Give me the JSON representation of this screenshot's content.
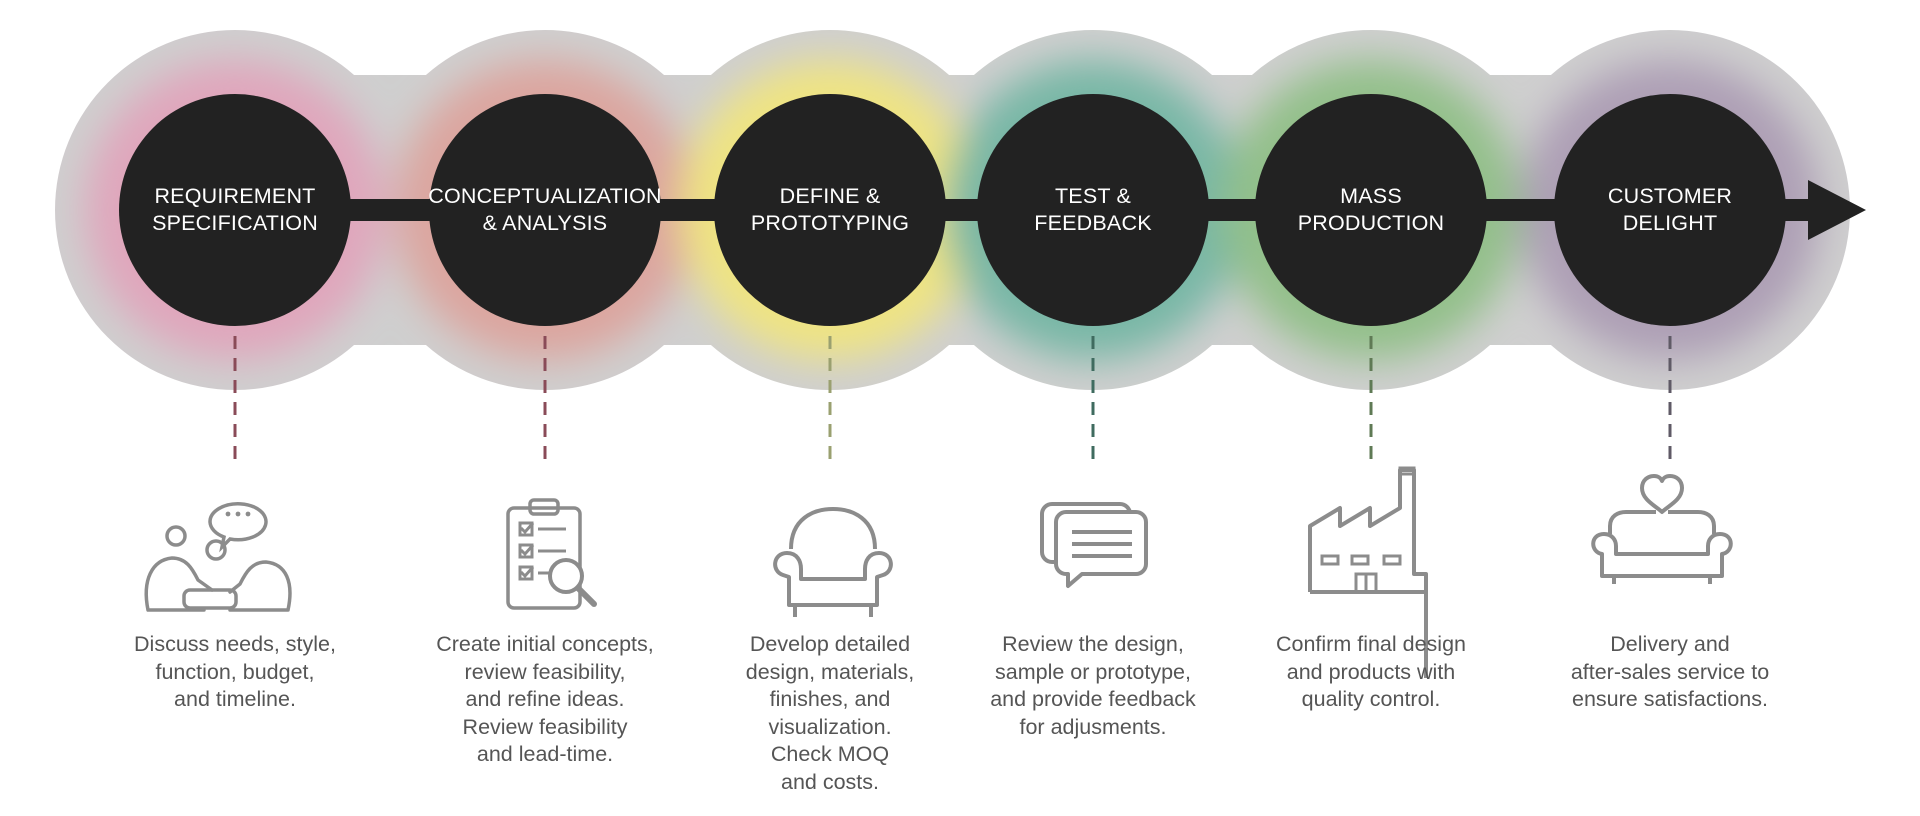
{
  "diagram": {
    "arrow_color": "#222222",
    "stages": [
      {
        "title_lines": [
          "REQUIREMENT",
          "SPECIFICATION"
        ],
        "description_lines": [
          "Discuss needs, style,",
          "function, budget,",
          "and timeline."
        ],
        "glow_color": "#e0a6bc",
        "connector_color": "#8a4b58",
        "icon": "consultation-icon"
      },
      {
        "title_lines": [
          "CONCEPTUALIZATION",
          "& ANALYSIS"
        ],
        "description_lines": [
          "Create initial concepts,",
          "review feasibility,",
          "and refine ideas.",
          "Review feasibility",
          "and lead-time."
        ],
        "glow_color": "#dca59f",
        "connector_color": "#8a4b58",
        "icon": "clipboard-checklist-icon"
      },
      {
        "title_lines": [
          "DEFINE &",
          "PROTOTYPING"
        ],
        "description_lines": [
          "Develop detailed",
          "design, materials,",
          "finishes, and",
          "visualization.",
          "Check MOQ",
          "and costs."
        ],
        "glow_color": "#efe482",
        "connector_color": "#9aa070",
        "icon": "armchair-icon"
      },
      {
        "title_lines": [
          "TEST &",
          "FEEDBACK"
        ],
        "description_lines": [
          "Review the design,",
          "sample or prototype,",
          "and provide feedback",
          "for adjusments."
        ],
        "glow_color": "#78b7a6",
        "connector_color": "#3f6b5f",
        "icon": "chat-bubbles-icon"
      },
      {
        "title_lines": [
          "MASS",
          "PRODUCTION"
        ],
        "description_lines": [
          "Confirm final design",
          "and products with",
          "quality control."
        ],
        "glow_color": "#93c08a",
        "connector_color": "#5f7a55",
        "icon": "factory-icon"
      },
      {
        "title_lines": [
          "CUSTOMER",
          "DELIGHT"
        ],
        "description_lines": [
          "Delivery and",
          "after-sales service to",
          "ensure satisfactions."
        ],
        "glow_color": "#ad9fb5",
        "connector_color": "#5f5a66",
        "icon": "sofa-heart-icon"
      }
    ]
  }
}
